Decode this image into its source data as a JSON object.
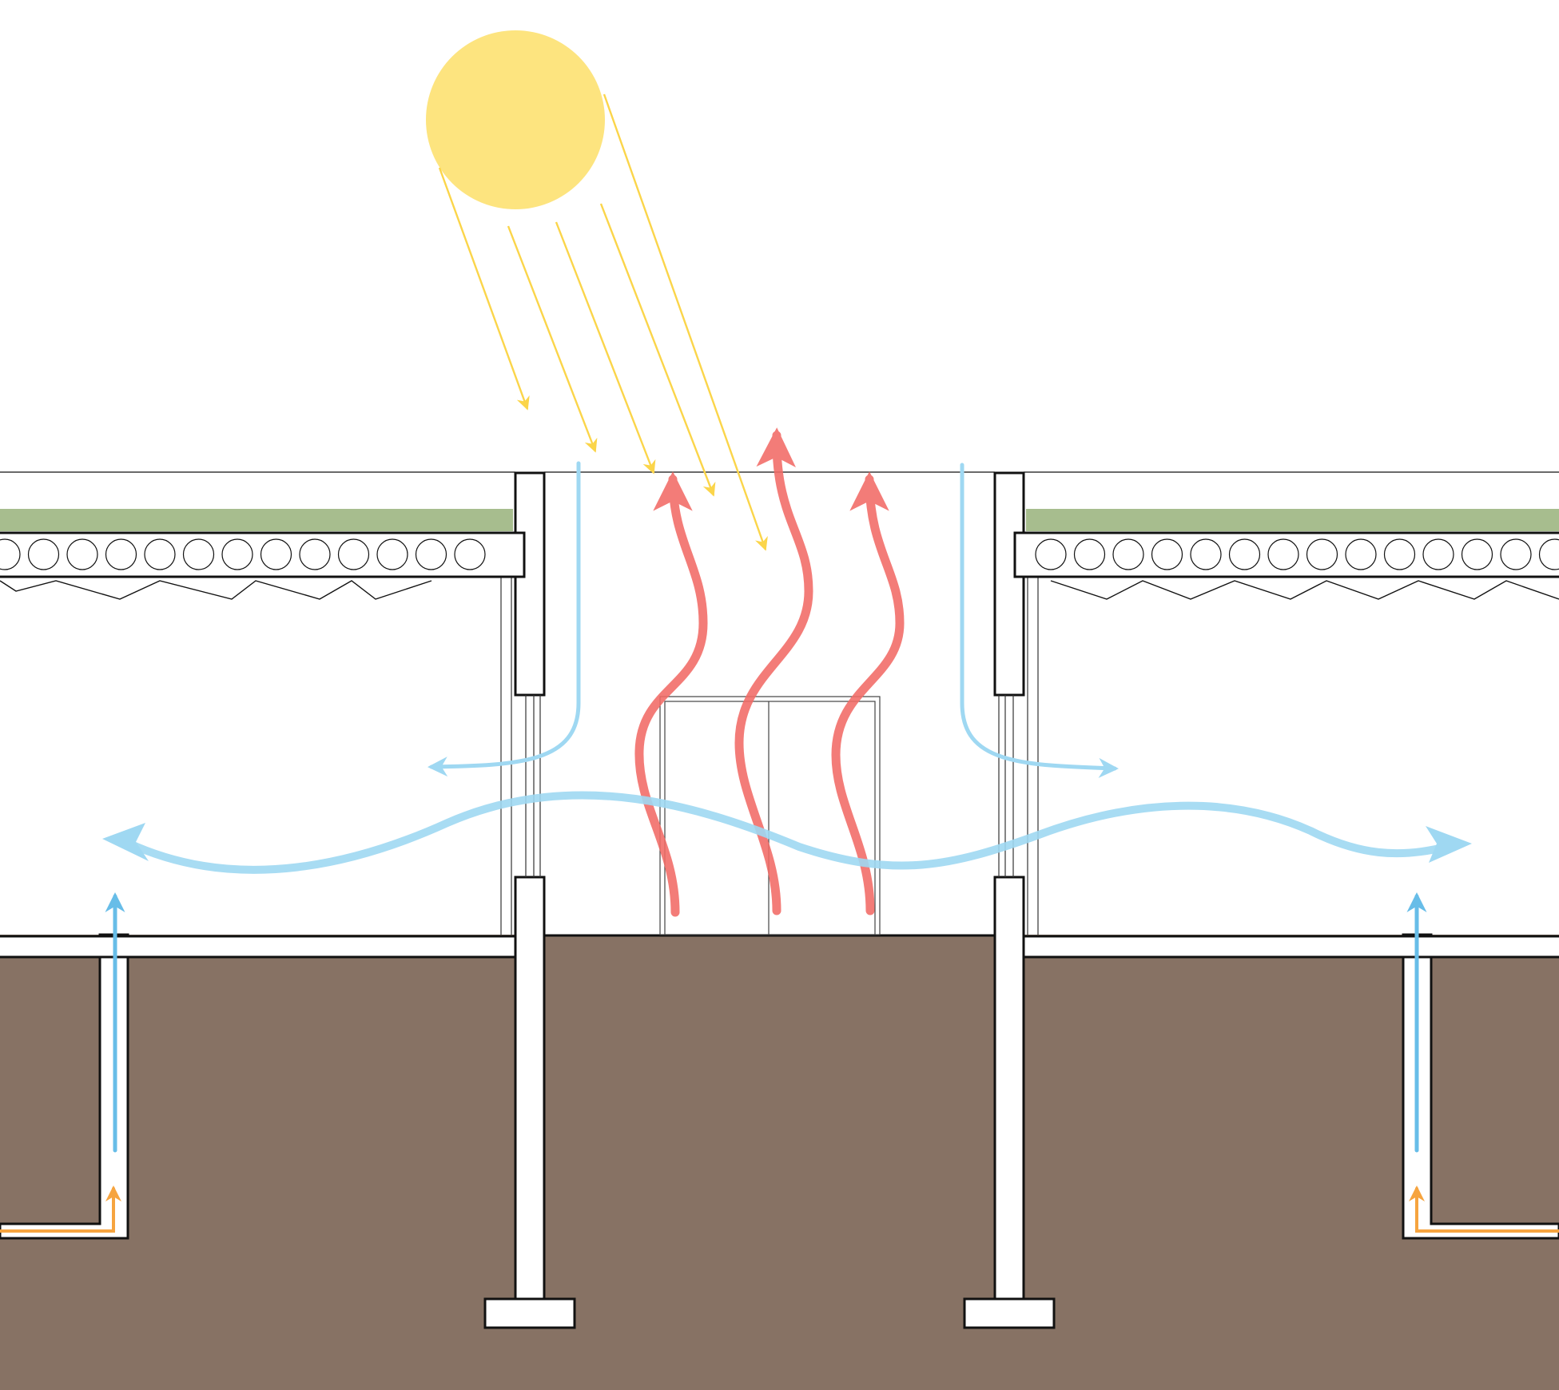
{
  "diagram": {
    "kind": "building-section-ventilation",
    "colors": {
      "sky": "#ffffff",
      "soil": "#877264",
      "sun": "#fde47f",
      "sun_ray": "#fbd54a",
      "green_roof": "#a7bd8e",
      "structure_fill": "#ffffff",
      "structure_stroke": "#111111",
      "hot_air": "#f26b66",
      "cool_air": "#9fd8f2",
      "duct_air": "#67bde8",
      "warm_intake": "#f6a43f"
    },
    "icons": [
      "sun-icon",
      "sun-ray-arrow-icon",
      "hot-air-arrow-icon",
      "cool-air-arrow-icon",
      "earth-duct-arrow-icon"
    ],
    "flows": {
      "sun_rays": 5,
      "hot_air_plumes": 3,
      "cool_downdrafts": 2,
      "cross_ventilation": 1,
      "earth_ducts": 2
    }
  }
}
